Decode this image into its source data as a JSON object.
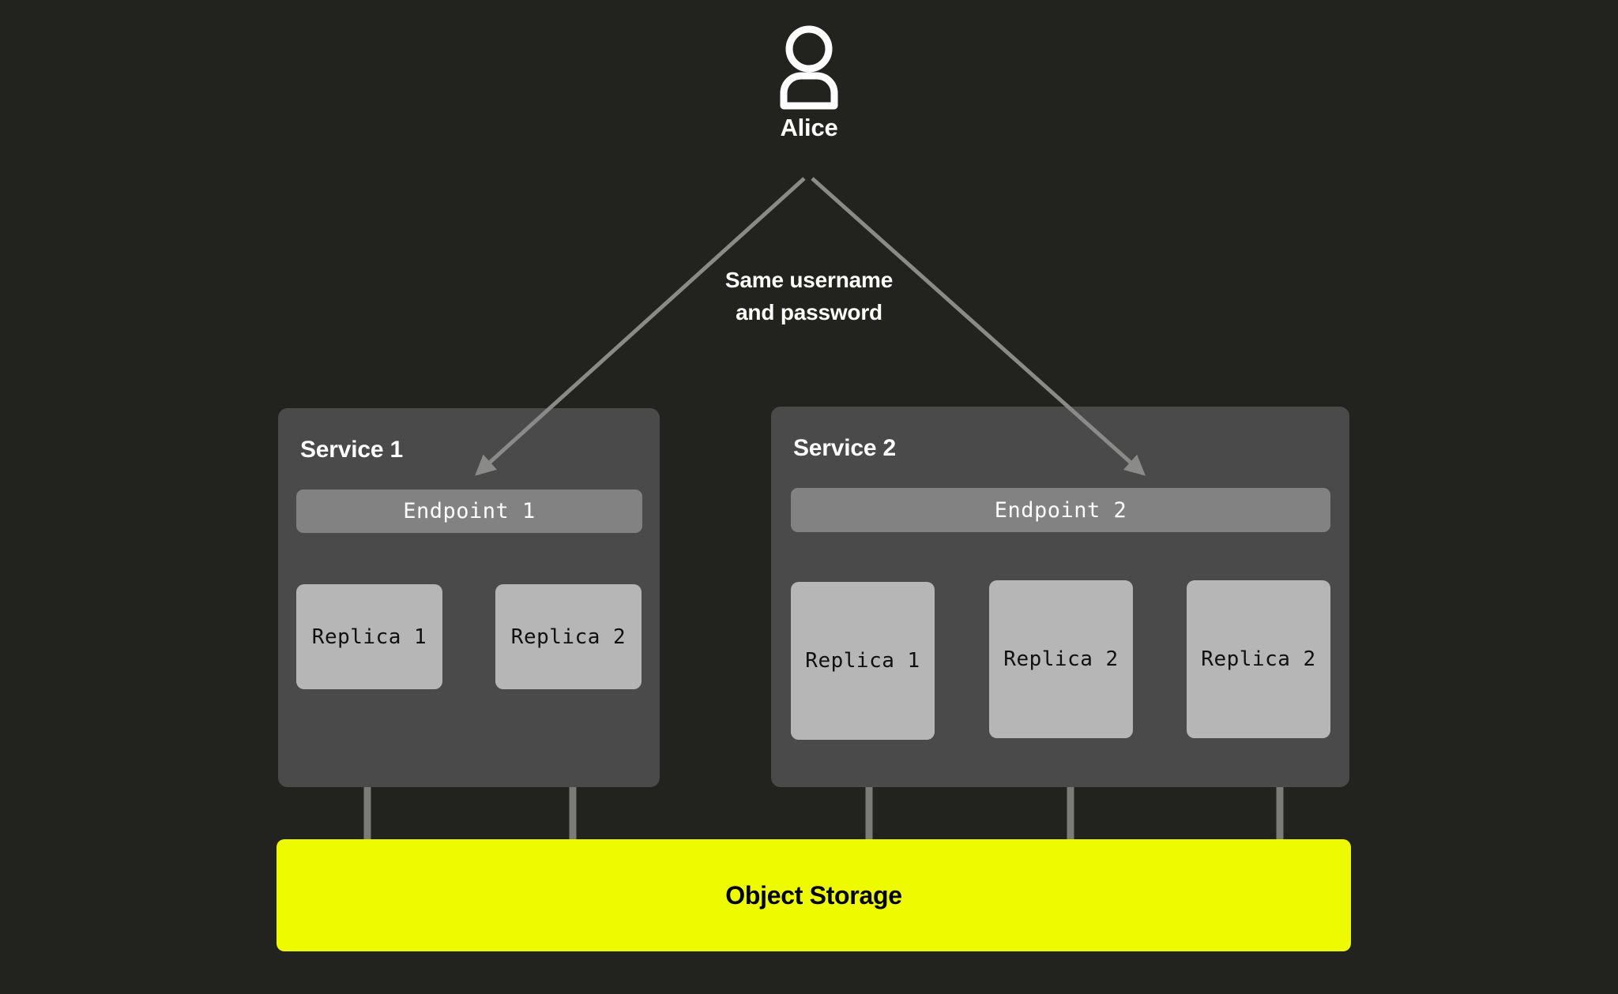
{
  "diagram": {
    "background_color": "#22221e",
    "actor": {
      "icon": "user-icon",
      "name": "Alice"
    },
    "caption": {
      "line1": "Same username",
      "line2": "and password"
    },
    "services": [
      {
        "title": "Service 1",
        "endpoint": "Endpoint 1",
        "replicas": [
          "Replica 1",
          "Replica 2"
        ]
      },
      {
        "title": "Service 2",
        "endpoint": "Endpoint 2",
        "replicas": [
          "Replica 1",
          "Replica 2",
          "Replica 2"
        ]
      }
    ],
    "storage": {
      "label": "Object Storage",
      "color": "#edfa00"
    },
    "colors": {
      "panel": "#4a4a4a",
      "endpoint": "#828282",
      "replica": "#b6b6b6",
      "connector": "#7b7b78",
      "arrow": "#8a8a88",
      "text_light": "#ffffff",
      "text_dark": "#000000"
    }
  }
}
